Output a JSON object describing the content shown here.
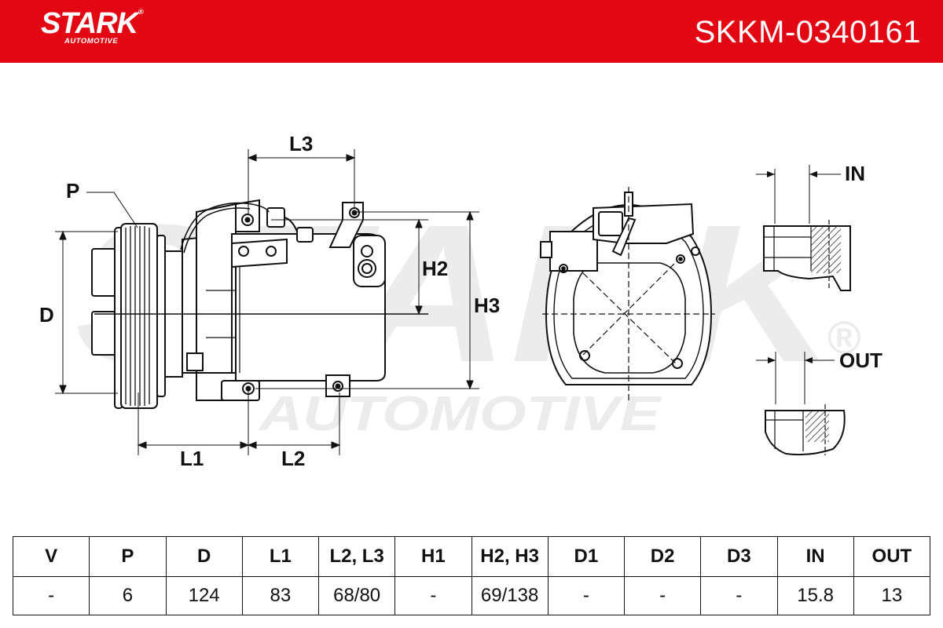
{
  "header": {
    "brand_name": "STARK",
    "brand_reg": "®",
    "brand_sub": "AUTOMOTIVE",
    "sku": "SKKM-0340161",
    "bg_color": "#e30613"
  },
  "watermark": {
    "main": "STARK",
    "sub": "AUTOMOTIVE",
    "reg": "®"
  },
  "dimension_labels": {
    "p": "P",
    "d": "D",
    "l1": "L1",
    "l2": "L2",
    "l3": "L3",
    "h2": "H2",
    "h3": "H3",
    "in": "IN",
    "out": "OUT"
  },
  "spec_table": {
    "headers": [
      "V",
      "P",
      "D",
      "L1",
      "L2, L3",
      "H1",
      "H2, H3",
      "D1",
      "D2",
      "D3",
      "IN",
      "OUT"
    ],
    "values": [
      "-",
      "6",
      "124",
      "83",
      "68/80",
      "-",
      "69/138",
      "-",
      "-",
      "-",
      "15.8",
      "13"
    ]
  }
}
